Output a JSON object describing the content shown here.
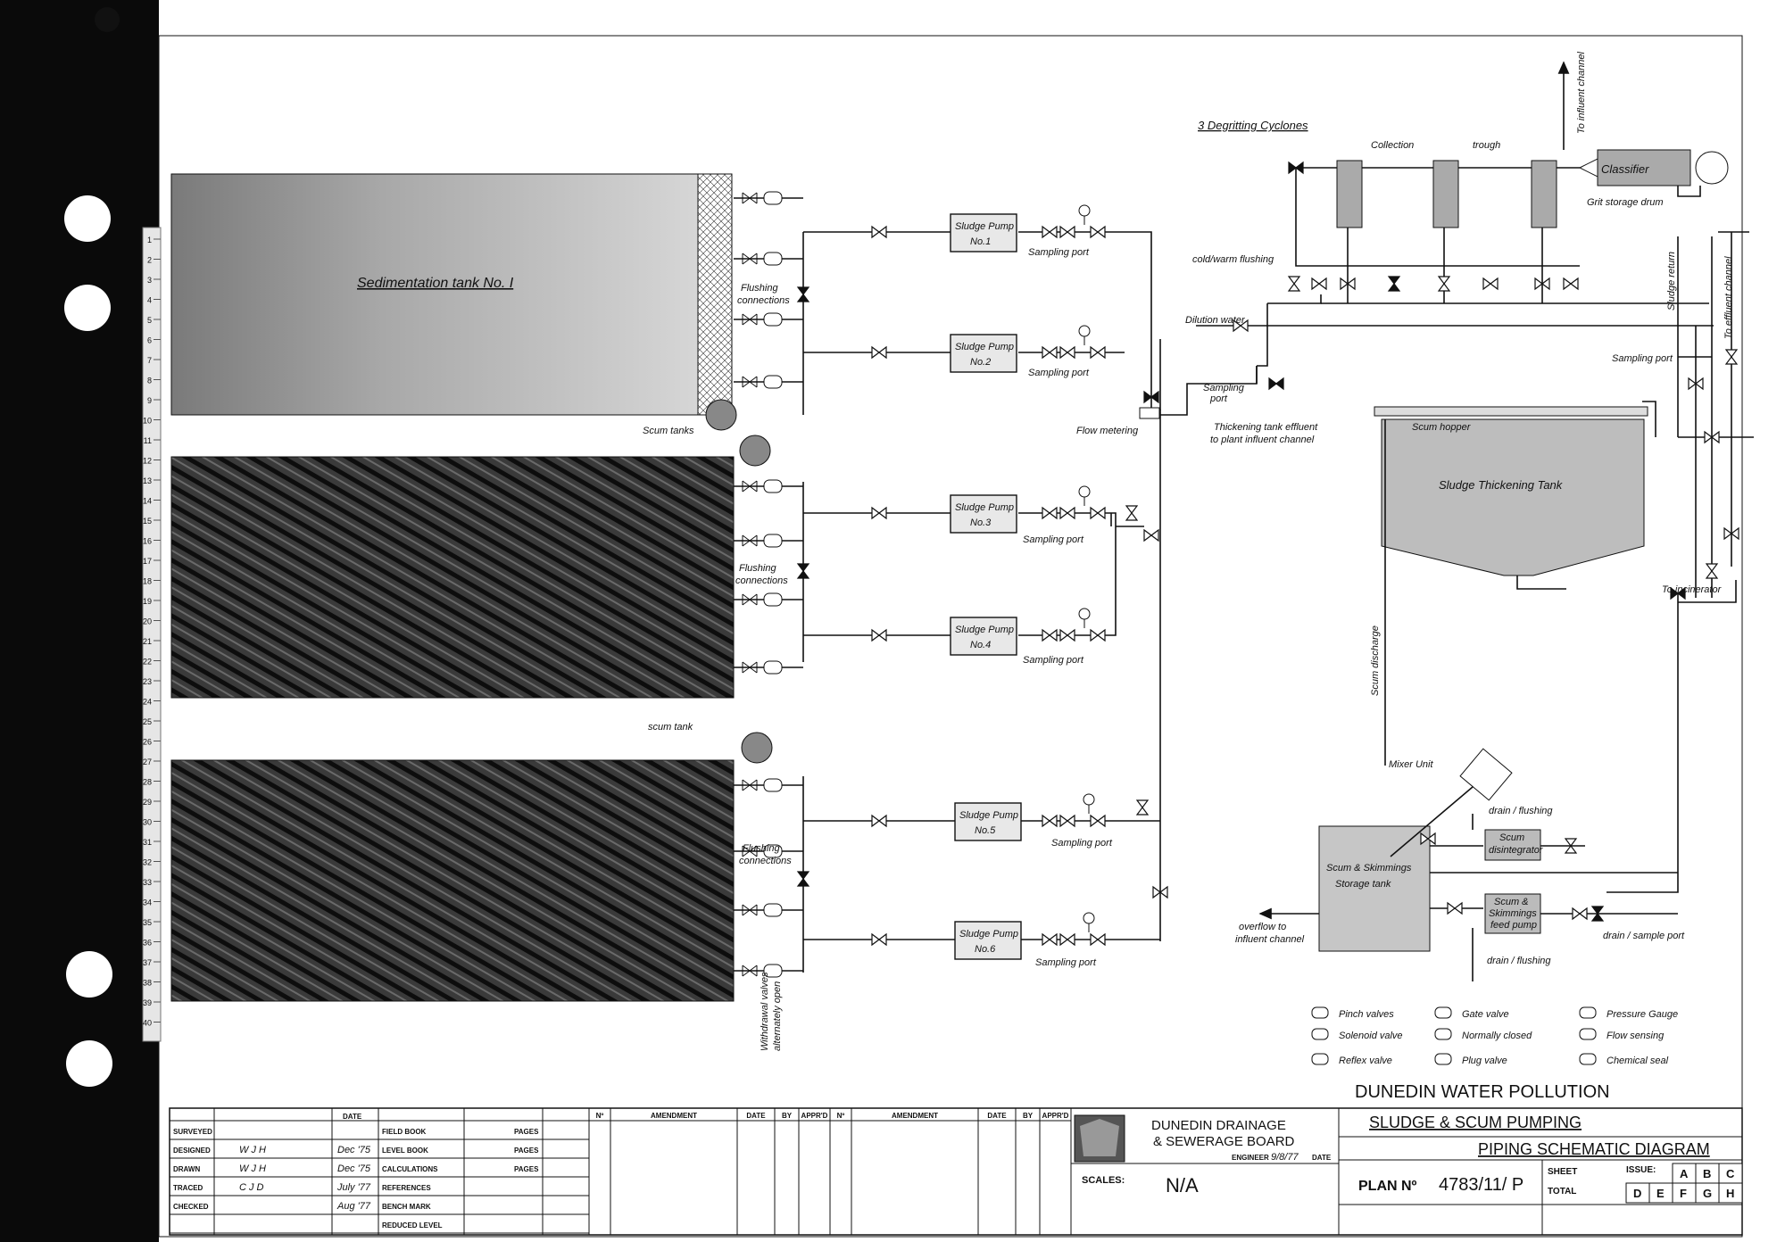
{
  "tanks": {
    "sed1": "Sedimentation tank No. I",
    "thickening": "Sludge Thickening Tank",
    "scum_hopper": "Scum hopper",
    "scum_storage_line1": "Scum & Skimmings",
    "scum_storage_line2": "Storage tank"
  },
  "pumps": [
    {
      "line1": "Sludge Pump",
      "line2": "No.1"
    },
    {
      "line1": "Sludge Pump",
      "line2": "No.2"
    },
    {
      "line1": "Sludge Pump",
      "line2": "No.3"
    },
    {
      "line1": "Sludge Pump",
      "line2": "No.4"
    },
    {
      "line1": "Sludge Pump",
      "line2": "No.5"
    },
    {
      "line1": "Sludge Pump",
      "line2": "No.6"
    }
  ],
  "labels": {
    "sampling_port": "Sampling port",
    "flushing_line1": "Flushing",
    "flushing_line2": "connections",
    "scum_tanks": "Scum tanks",
    "scum_tank": "scum tank",
    "flow_metering": "Flow metering",
    "degritting": "3 Degritting Cyclones",
    "collection": "Collection",
    "trough": "trough",
    "classifier": "Classifier",
    "grit_drum": "Grit storage drum",
    "to_influent": "To influent channel",
    "cold_warm": "cold/warm flushing",
    "dilution": "Dilution water",
    "sampling_short": "Sampling",
    "port_short": "port",
    "thick_eff_line1": "Thickening tank effluent",
    "thick_eff_line2": "to plant influent channel",
    "sludge_return": "Sludge return",
    "to_effluent": "To effluent channel",
    "to_incinerator": "To incinerator",
    "scum_discharge": "Scum discharge",
    "mixer_unit": "Mixer Unit",
    "drain_flushing": "drain / flushing",
    "scum_disintegrator_line1": "Scum",
    "scum_disintegrator_line2": "disintegrator",
    "feed_pump_line1": "Scum &",
    "feed_pump_line2": "Skimmings",
    "feed_pump_line3": "feed pump",
    "drain_sample_port": "drain / sample port",
    "overflow_line1": "overflow to",
    "overflow_line2": "influent channel",
    "withdrawal_line1": "Withdrawal valves",
    "withdrawal_line2": "alternately open"
  },
  "legend": [
    "Pinch valves",
    "Solenoid valve",
    "Reflex valve",
    "Gate valve",
    "Normally closed",
    "Plug valve",
    "Pressure Gauge",
    "Flow sensing",
    "Chemical seal"
  ],
  "ruler": [
    "1",
    "2",
    "3",
    "4",
    "5",
    "6",
    "7",
    "8",
    "9",
    "10",
    "11",
    "12",
    "13",
    "14",
    "15",
    "16",
    "17",
    "18",
    "19",
    "20",
    "21",
    "22",
    "23",
    "24",
    "25",
    "26",
    "27",
    "28",
    "29",
    "30",
    "31",
    "32",
    "33",
    "34",
    "35",
    "36",
    "37",
    "38",
    "39",
    "40"
  ],
  "title_block": {
    "client": "DUNEDIN WATER POLLUTION",
    "title1": "SLUDGE & SCUM PUMPING",
    "title2": "PIPING SCHEMATIC DIAGRAM",
    "board_line1": "DUNEDIN DRAINAGE",
    "board_line2": "& SEWERAGE BOARD",
    "engineer": "ENGINEER",
    "eng_date": "9/8/77",
    "date": "DATE",
    "scales_label": "SCALES:",
    "scales_value": "N/A",
    "plan_label": "PLAN Nº",
    "plan_no": "4783/11/ P",
    "sheet": "SHEET",
    "total": "TOTAL",
    "issue": "ISSUE:",
    "issue_letters": [
      "A",
      "B",
      "C",
      "D",
      "E",
      "F",
      "G",
      "H"
    ],
    "hdr_date": "DATE",
    "hdr_amend_no": "Nº",
    "hdr_amendment": "AMENDMENT",
    "hdr_by": "BY",
    "hdr_apprd": "APPR'D",
    "rows": [
      {
        "label": "SURVEYED",
        "name": "",
        "date": "",
        "book": "FIELD BOOK",
        "pages": "PAGES"
      },
      {
        "label": "DESIGNED",
        "name": "W J H",
        "date": "Dec '75",
        "book": "LEVEL BOOK",
        "pages": "PAGES"
      },
      {
        "label": "DRAWN",
        "name": "W J H",
        "date": "Dec '75",
        "book": "CALCULATIONS",
        "pages": "PAGES"
      },
      {
        "label": "TRACED",
        "name": "C J D",
        "date": "July '77",
        "book": "REFERENCES",
        "pages": ""
      },
      {
        "label": "CHECKED",
        "name": "",
        "date": "Aug '77",
        "book": "BENCH MARK",
        "pages": ""
      },
      {
        "label": "",
        "name": "",
        "date": "",
        "book": "REDUCED LEVEL",
        "pages": ""
      }
    ]
  }
}
